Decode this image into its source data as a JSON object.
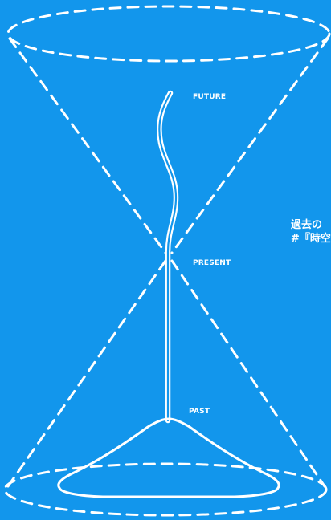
{
  "diagram": {
    "labels": {
      "future": "FUTURE",
      "present": "PRESENT",
      "past": "PAST"
    },
    "caption": {
      "line1": "過去の",
      "line2": "#『時空"
    },
    "colors": {
      "background": "#1296ec",
      "lines": "#ffffff"
    }
  }
}
